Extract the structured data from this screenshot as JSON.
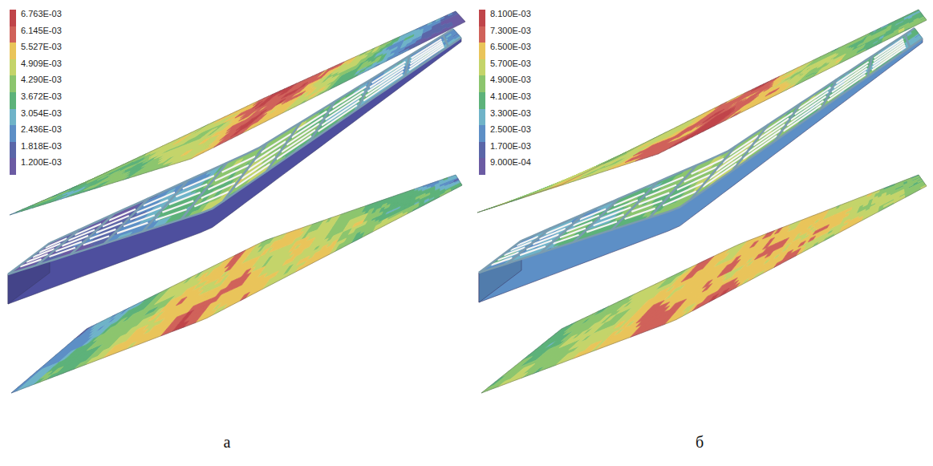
{
  "diagram": {
    "labels": [
      "а",
      "б"
    ],
    "legend": [
      {
        "text": "6.763E-03",
        "color": "#c0454a"
      },
      {
        "text": "6.145E-03",
        "color": "#d0625a"
      },
      {
        "text": "5.527E-03",
        "color": "#e9c45a"
      },
      {
        "text": "4.909E-03",
        "color": "#c4d46a"
      },
      {
        "text": "4.290E-03",
        "color": "#8cc56e"
      },
      {
        "text": "3.672E-03",
        "color": "#5db27a"
      },
      {
        "text": "3.054E-03",
        "color": "#6fb3c8"
      },
      {
        "text": "2.436E-03",
        "color": "#5d8fc6"
      },
      {
        "text": "1.818E-03",
        "color": "#5a66a8"
      },
      {
        "text": "1.200E-03",
        "color": "#6b5ba3"
      },
      {
        "text": "8.100E-03",
        "color": "#c0454a"
      },
      {
        "text": "7.300E-03",
        "color": "#d0625a"
      },
      {
        "text": "6.500E-03",
        "color": "#e9c45a"
      },
      {
        "text": "5.700E-03",
        "color": "#c4d46a"
      },
      {
        "text": "4.900E-03",
        "color": "#8cc56e"
      },
      {
        "text": "4.100E-03",
        "color": "#5db27a"
      },
      {
        "text": "3.300E-03",
        "color": "#6fb3c8"
      },
      {
        "text": "2.500E-03",
        "color": "#5d8fc6"
      },
      {
        "text": "1.700E-03",
        "color": "#5a66a8"
      },
      {
        "text": "9.000E-04",
        "color": "#6b5ba3"
      }
    ]
  }
}
